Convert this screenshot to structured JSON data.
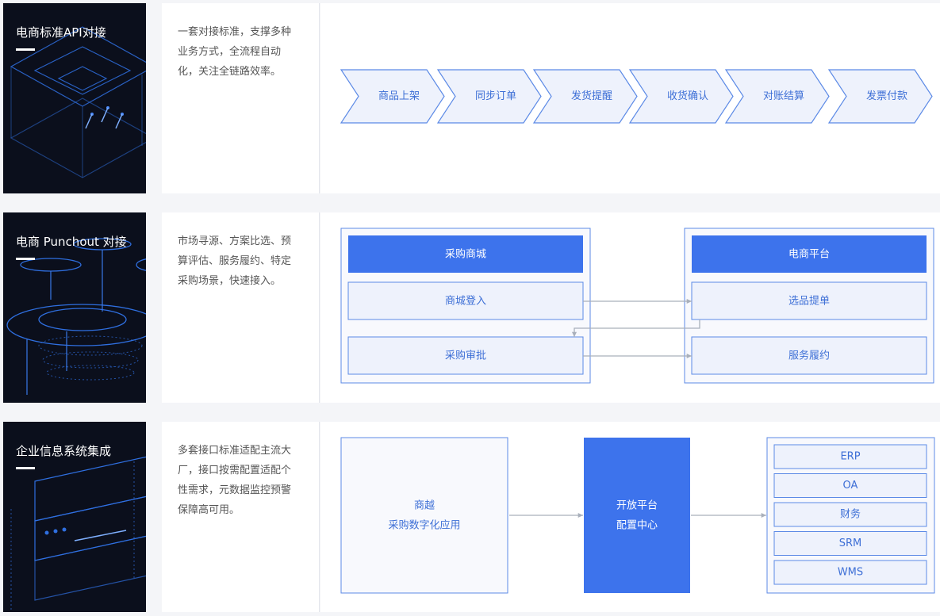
{
  "colors": {
    "accent": "#3d73ec",
    "box_fill": "#eef2fc",
    "box_stroke": "#5c8ae6",
    "label": "#3d6fd6",
    "arrow": "#a9b0bb",
    "tile_bg": "#0b0f1c"
  },
  "sections": [
    {
      "title": "电商标准API对接",
      "description": "一套对接标准，支撑多种业务方式，全流程自动化，关注全链路效率。",
      "flow_steps": [
        "商品上架",
        "同步订单",
        "发货提醒",
        "收货确认",
        "对账结算",
        "发票付款"
      ]
    },
    {
      "title": "电商 Punchout 对接",
      "description": "市场寻源、方案比选、预算评估、服务履约、特定采购场景，快速接入。",
      "left_panel": {
        "header": "采购商城",
        "items": [
          "商城登入",
          "采购审批"
        ]
      },
      "right_panel": {
        "header": "电商平台",
        "items": [
          "选品提单",
          "服务履约"
        ]
      }
    },
    {
      "title": "企业信息系统集成",
      "description": "多套接口标准适配主流大厂，接口按需配置适配个性需求，元数据监控预警保障高可用。",
      "source": {
        "line1": "商越",
        "line2": "采购数字化应用"
      },
      "hub": {
        "line1": "开放平台",
        "line2": "配置中心"
      },
      "targets": [
        "ERP",
        "OA",
        "财务",
        "SRM",
        "WMS"
      ]
    }
  ]
}
